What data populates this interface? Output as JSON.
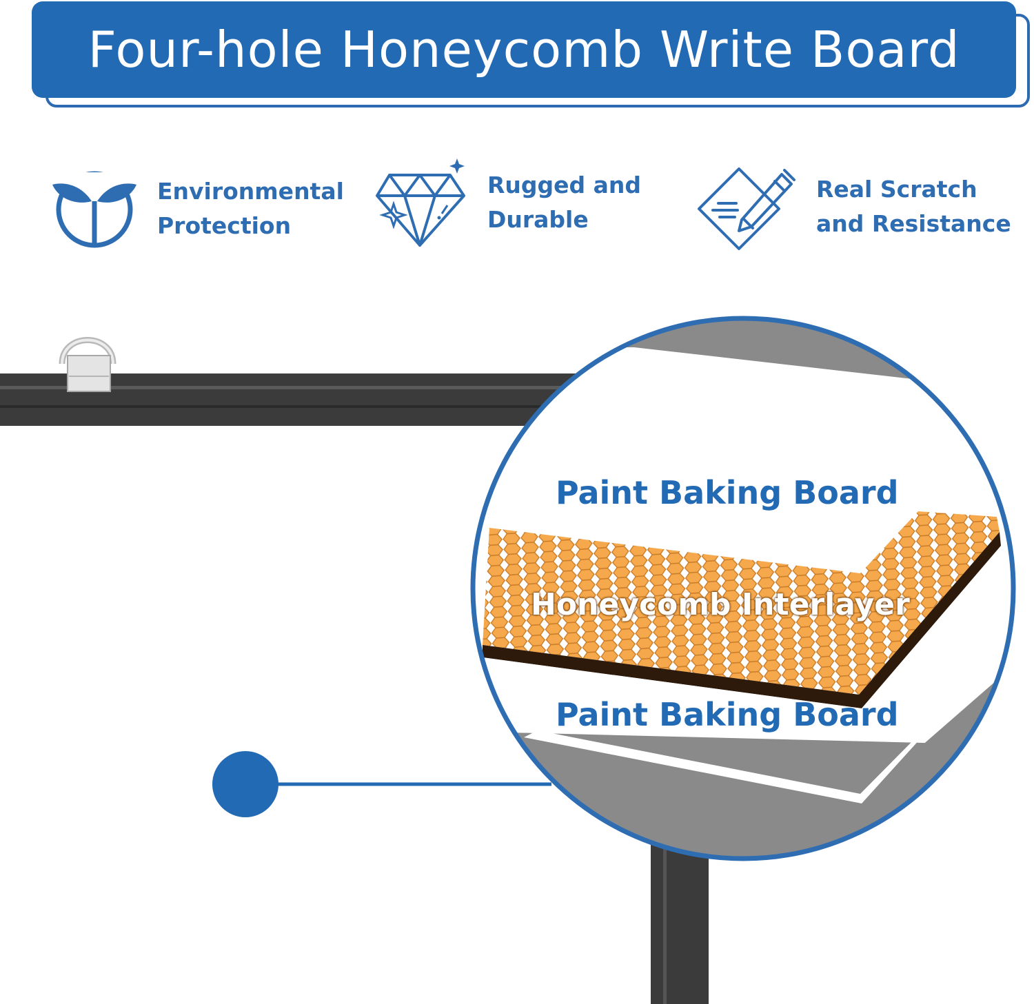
{
  "banner": {
    "title": "Four-hole Honeycomb Write Board"
  },
  "features": [
    {
      "icon": "sprout-icon",
      "line1": "Environmental",
      "line2": "Protection"
    },
    {
      "icon": "diamond-icon",
      "line1": "Rugged and",
      "line2": "Durable"
    },
    {
      "icon": "pen-scratch-icon",
      "line1": "Real Scratch",
      "line2": "and Resistance"
    }
  ],
  "layers": {
    "top": "Paint Baking Board",
    "middle": "Honeycomb Interlayer",
    "bottom": "Paint Baking Board"
  },
  "colors": {
    "brand_blue": "#236ab5",
    "honeycomb_orange": "#e38e32",
    "frame_dark": "#3b3b3b",
    "magnifier_gray": "#8a8a8a"
  }
}
